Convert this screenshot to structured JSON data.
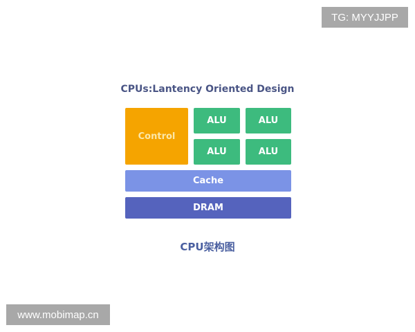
{
  "title": "CPUs:Lantency Oriented Design",
  "blocks": {
    "control": "Control",
    "alu": [
      "ALU",
      "ALU",
      "ALU",
      "ALU"
    ],
    "cache": "Cache",
    "dram": "DRAM"
  },
  "caption": "CPU架构图",
  "watermarks": {
    "top": "TG: MYYJJPP",
    "bottom": "www.mobimap.cn"
  },
  "colors": {
    "control": "#f5a400",
    "alu": "#3dbb7e",
    "cache": "#7b93e6",
    "dram": "#5563bd"
  }
}
